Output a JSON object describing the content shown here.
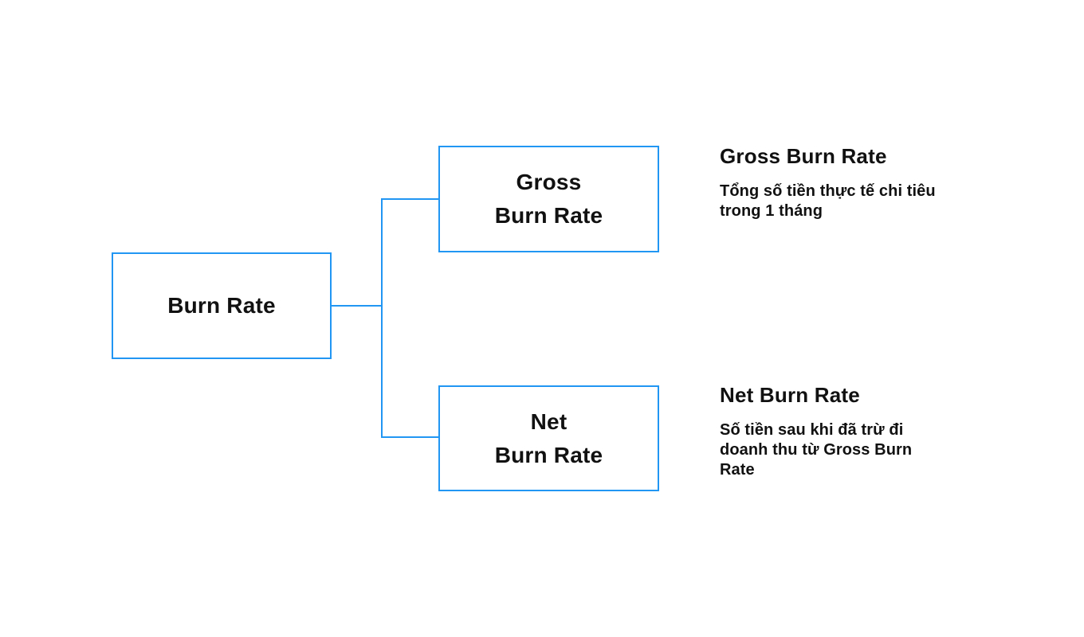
{
  "diagram": {
    "accent_color": "#2196F3",
    "text_color": "#111111",
    "background_color": "#ffffff",
    "root": {
      "label": "Burn Rate"
    },
    "children": [
      {
        "id": "gross",
        "label_line1": "Gross",
        "label_line2": "Burn Rate"
      },
      {
        "id": "net",
        "label_line1": "Net",
        "label_line2": "Burn Rate"
      }
    ],
    "annotations": [
      {
        "title": "Gross Burn Rate",
        "description_lines": {
          "0": "Tổng số tiền thực tế chi tiêu",
          "1": "trong 1 tháng"
        }
      },
      {
        "title": "Net Burn Rate",
        "description_lines": {
          "0": "Số tiền sau khi đã trừ đi",
          "1": "doanh thu từ Gross Burn",
          "2": "Rate"
        }
      }
    ]
  }
}
